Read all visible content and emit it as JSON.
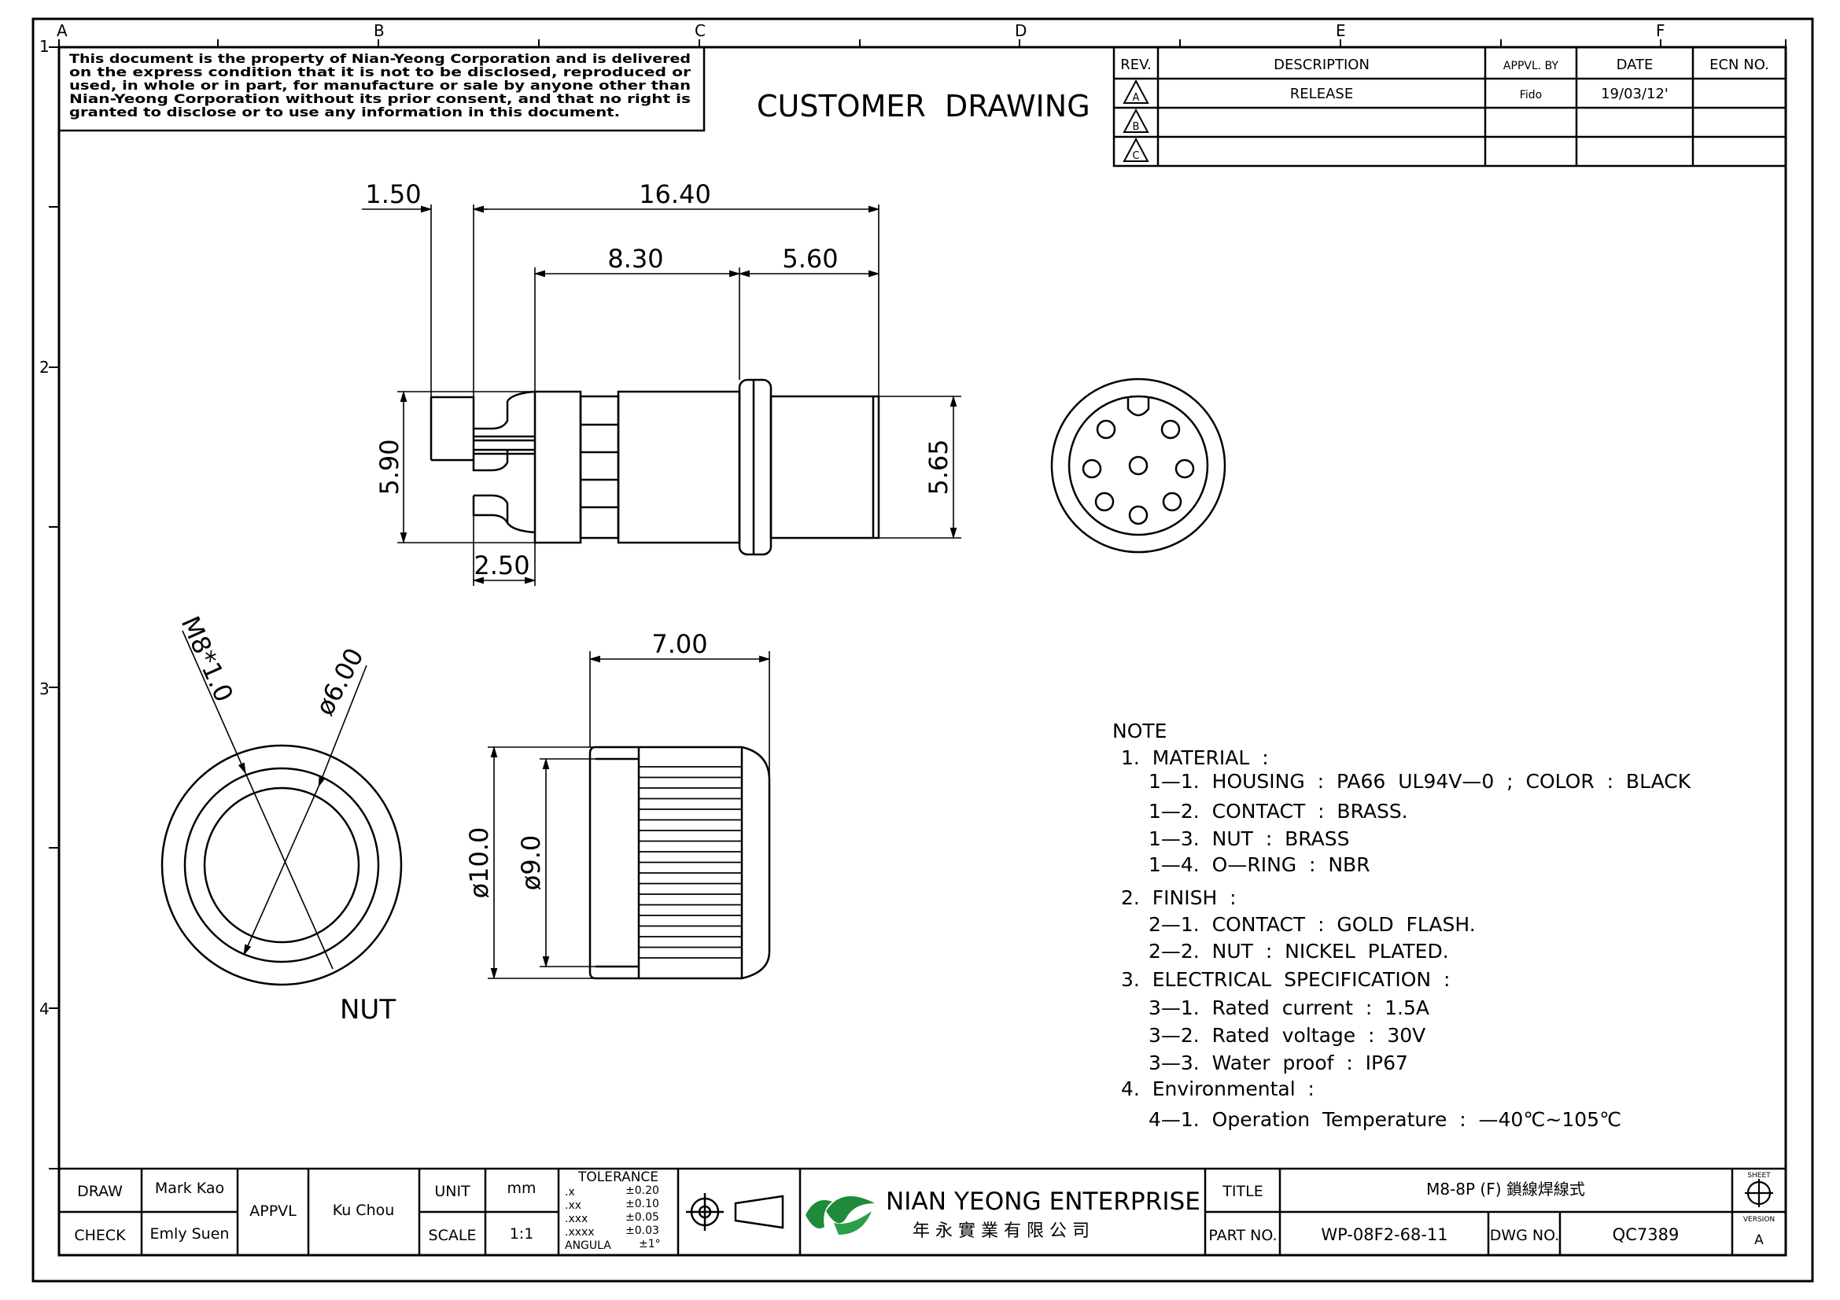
{
  "zone_letters": [
    "A",
    "B",
    "C",
    "D",
    "E",
    "F"
  ],
  "zone_numbers": [
    "1",
    "2",
    "3",
    "4"
  ],
  "notice_lines": [
    "This document is the property of Nian-Yeong Corporation and is delivered",
    "on  the   express condition that it is not to be disclosed, reproduced or",
    "used, in whole or in part, for manufacture or sale by anyone other than",
    "Nian-Yeong Corporation without  its prior consent, and that  no right  is",
    "granted to disclose or to use any information in this  document."
  ],
  "title_banner": "CUSTOMER  DRAWING",
  "revision": {
    "headers": [
      "REV.",
      "DESCRIPTION",
      "APPVL. BY",
      "DATE",
      "ECN NO."
    ],
    "rows": [
      {
        "rev": "A",
        "description": "RELEASE",
        "approved": "Fido",
        "date": "19/03/12'",
        "ecn": ""
      },
      {
        "rev": "B",
        "description": "",
        "approved": "",
        "date": "",
        "ecn": ""
      },
      {
        "rev": "C",
        "description": "",
        "approved": "",
        "date": "",
        "ecn": ""
      }
    ]
  },
  "dimensions": {
    "d_150": "1.50",
    "d_1640": "16.40",
    "d_830": "8.30",
    "d_560": "5.60",
    "d_590": "5.90",
    "d_565": "5.65",
    "d_250": "2.50",
    "d_700": "7.00",
    "d_m8": "M8*1.0",
    "d_dia600": "ø6.00",
    "d_dia100": "ø10.0",
    "d_dia90": "ø9.0"
  },
  "nut_label": "NUT",
  "notes": [
    "NOTE",
    "1.  MATERIAL  :",
    "1—1.  HOUSING  :  PA66  UL94V—0  ;  COLOR  :  BLACK",
    "1—2.  CONTACT  :  BRASS.",
    "1—3.  NUT  :  BRASS",
    "1—4.  O—RING  :  NBR",
    "2.  FINISH  :",
    "2—1.  CONTACT  :  GOLD  FLASH.",
    "2—2.  NUT  :  NICKEL  PLATED.",
    "3.  ELECTRICAL  SPECIFICATION  :",
    "3—1.  Rated  current  :  1.5A",
    "3—2.  Rated  voltage  :  30V",
    "3—3.  Water  proof  :  IP67",
    "4.  Environmental  :",
    "4—1.  Operation  Temperature  :  —40℃~105℃"
  ],
  "titleblock": {
    "draw_label": "DRAW",
    "draw_name": "Mark Kao",
    "check_label": "CHECK",
    "check_name": "Emly Suen",
    "appvl_label": "APPVL",
    "appvl_name": "Ku Chou",
    "unit_label": "UNIT",
    "unit_value": "mm",
    "scale_label": "SCALE",
    "scale_value": "1:1",
    "tolerance_title": "TOLERANCE",
    "tolerance_rows": [
      {
        "k": ".x",
        "v": "±0.20"
      },
      {
        "k": ".xx",
        "v": "±0.10"
      },
      {
        "k": ".xxx",
        "v": "±0.05"
      },
      {
        "k": ".xxxx",
        "v": "±0.03"
      },
      {
        "k": "ANGULA",
        "v": "±1°"
      }
    ],
    "company_name": "NIAN YEONG ENTERPRISE",
    "company_chinese": "年 永 實 業 有 限 公 司",
    "title_label": "TITLE",
    "title_value": "M8-8P (F) 鎖線焊線式",
    "part_label": "PART NO.",
    "part_value": "WP-08F2-68-11",
    "dwg_label": "DWG NO.",
    "dwg_value": "QC7389",
    "sheet_label": "SHEET",
    "version_label": "VERSION",
    "version_value": "A"
  }
}
